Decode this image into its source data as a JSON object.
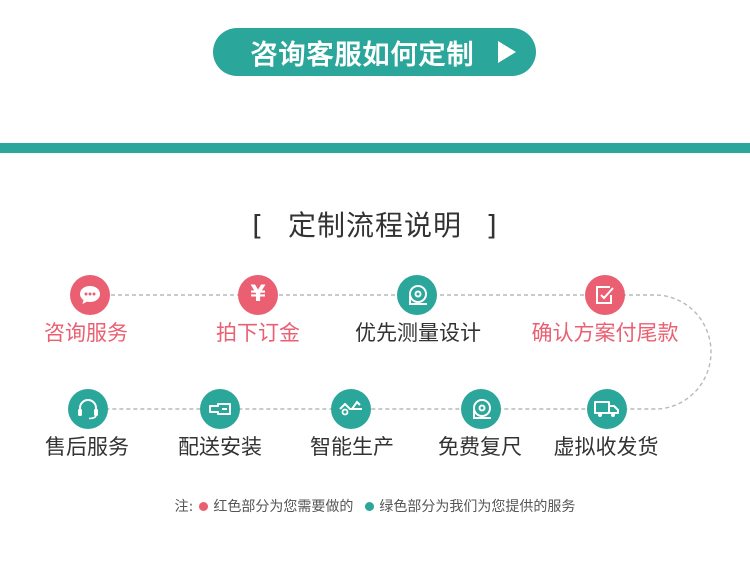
{
  "banner": {
    "label": "咨询客服如何定制"
  },
  "section": {
    "title": "定制流程说明",
    "bracket_open": "[",
    "bracket_close": "]"
  },
  "steps_row1": [
    {
      "label": "咨询服务",
      "color": "red",
      "icon": "chat-bubble-icon"
    },
    {
      "label": "拍下订金",
      "color": "red",
      "icon": "yen-icon",
      "glyph": "¥"
    },
    {
      "label": "优先测量设计",
      "color": "green",
      "icon": "tape-measure-icon"
    },
    {
      "label": "确认方案付尾款",
      "color": "red",
      "icon": "checklist-icon"
    }
  ],
  "steps_row2": [
    {
      "label": "售后服务",
      "color": "green",
      "icon": "headset-icon"
    },
    {
      "label": "配送安装",
      "color": "green",
      "icon": "wrench-icon"
    },
    {
      "label": "智能生产",
      "color": "green",
      "icon": "saw-icon"
    },
    {
      "label": "免费复尺",
      "color": "green",
      "icon": "tape-measure-icon"
    },
    {
      "label": "虚拟收发货",
      "color": "green",
      "icon": "truck-icon"
    }
  ],
  "note": {
    "prefix": "注:",
    "red_text": "红色部分为您需要做的",
    "green_text": "绿色部分为我们为您提供的服务"
  },
  "colors": {
    "accent": "#2aa69a",
    "highlight": "#ea6072",
    "text": "#333333"
  }
}
